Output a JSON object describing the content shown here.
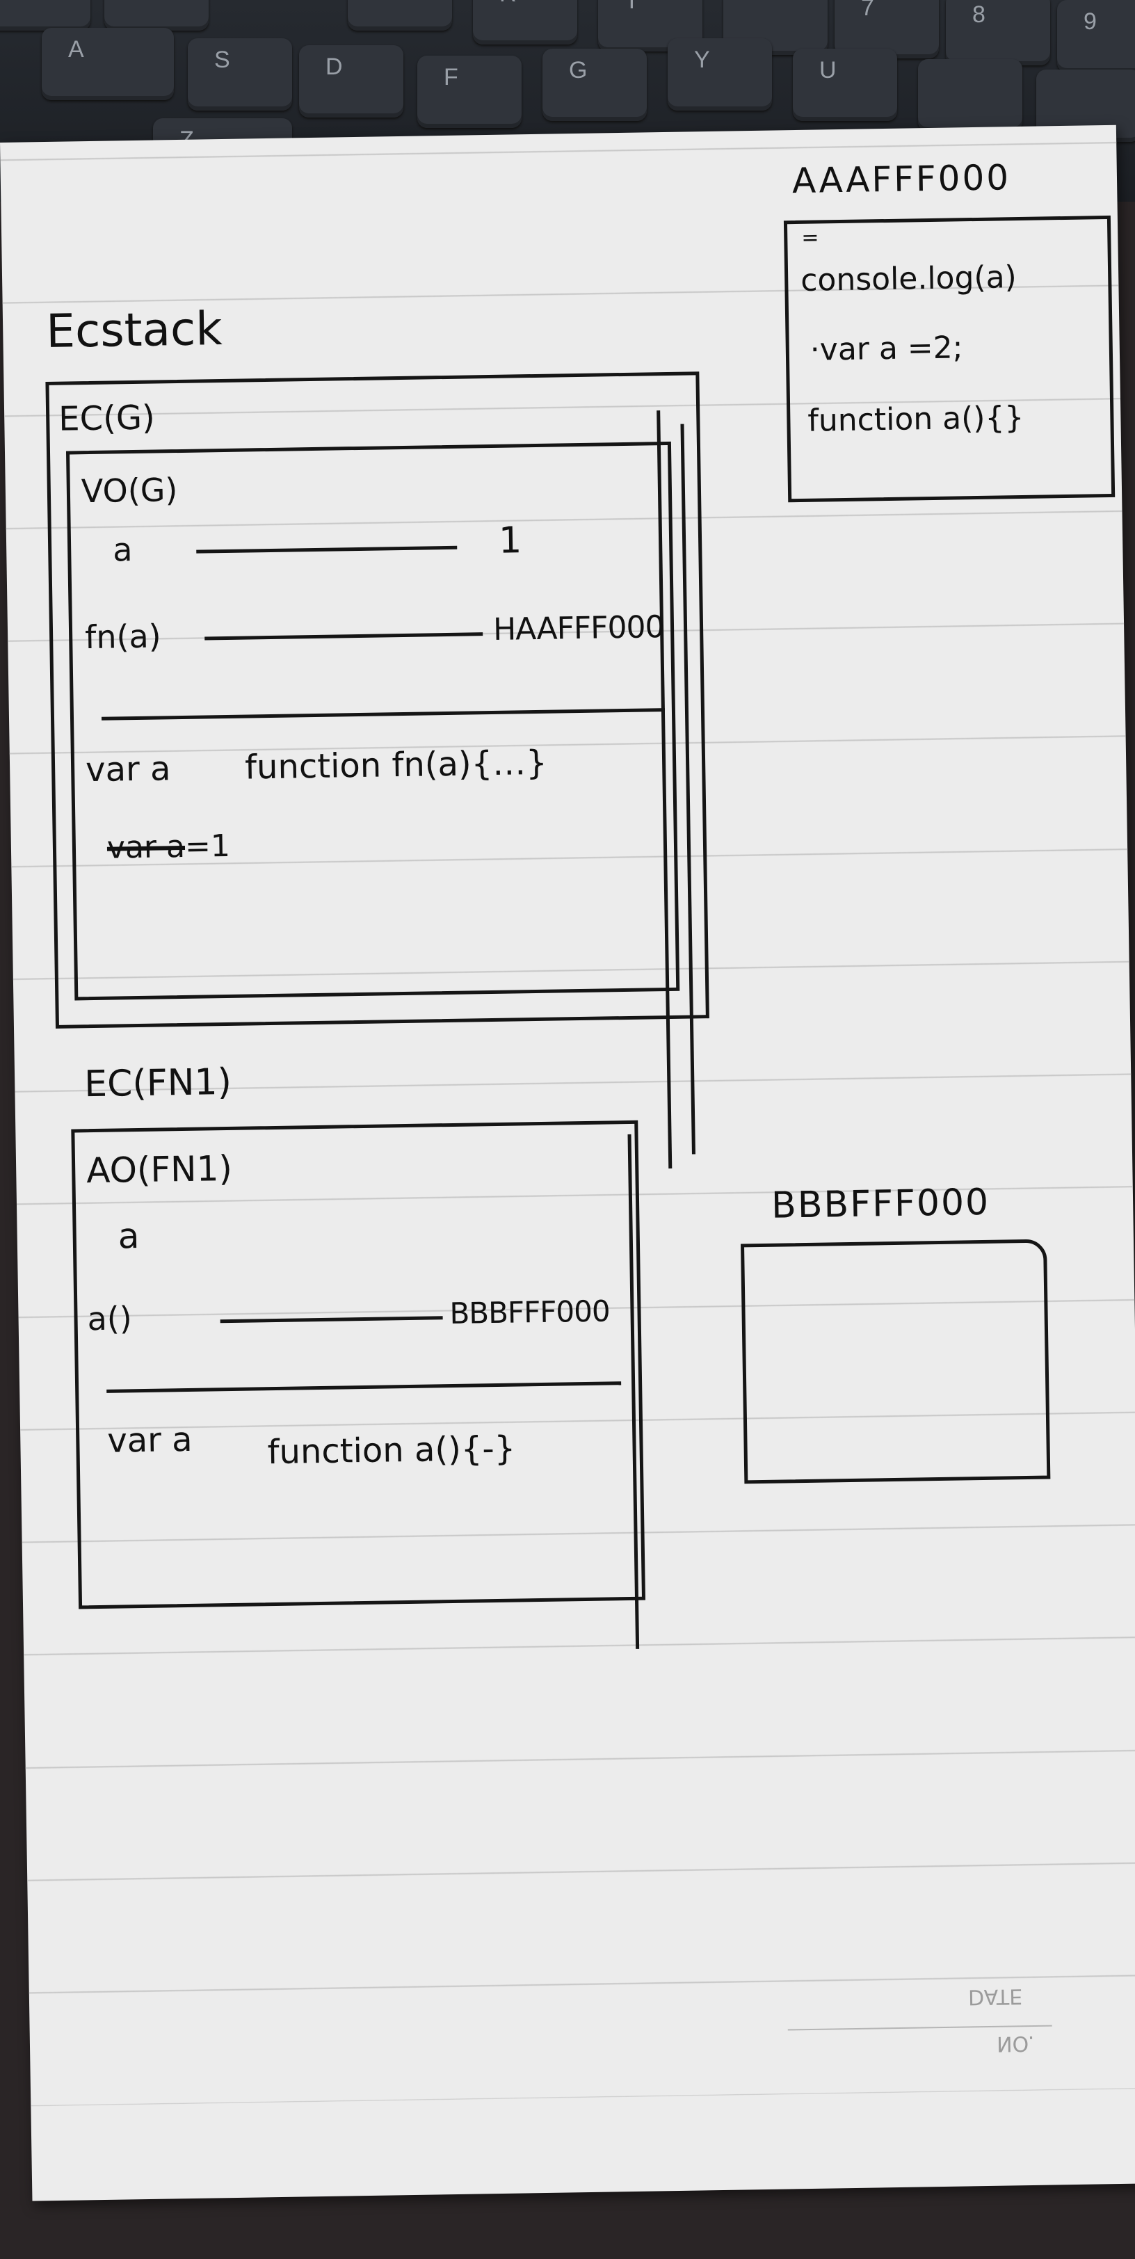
{
  "keyboard": {
    "keys": [
      "A",
      "S",
      "D",
      "F",
      "G",
      "R",
      "T",
      "Y",
      "U",
      "Z",
      "7",
      "8",
      "9"
    ]
  },
  "notebook": {
    "title": "Ecstack",
    "heap1": {
      "label": "AAAFFF000",
      "line0": "=",
      "line1": "console.log(a)",
      "line2": "·var a =2;",
      "line3": "function a(){}"
    },
    "ecg": {
      "label": "EC(G)",
      "vo_label": "VO(G)",
      "var_a": "a",
      "var_a_value": "1",
      "fn_name": "fn(a)",
      "fn_ref": "HAAFFF000",
      "decl_var": "var a",
      "decl_fn": "function fn(a){…}",
      "assign_struck": "var a",
      "assign_rest": "=1"
    },
    "ecfn": {
      "label": "EC(FN1)",
      "ao_label": "AO(FN1)",
      "var_a": "a",
      "fn_name": "a()",
      "fn_ref": "BBBFFF000",
      "decl_var": "var a",
      "decl_fn": "function a(){-}"
    },
    "heap2": {
      "label": "BBBFFF000"
    },
    "footer": {
      "date_label": "DATE",
      "no_label": "NO."
    }
  }
}
